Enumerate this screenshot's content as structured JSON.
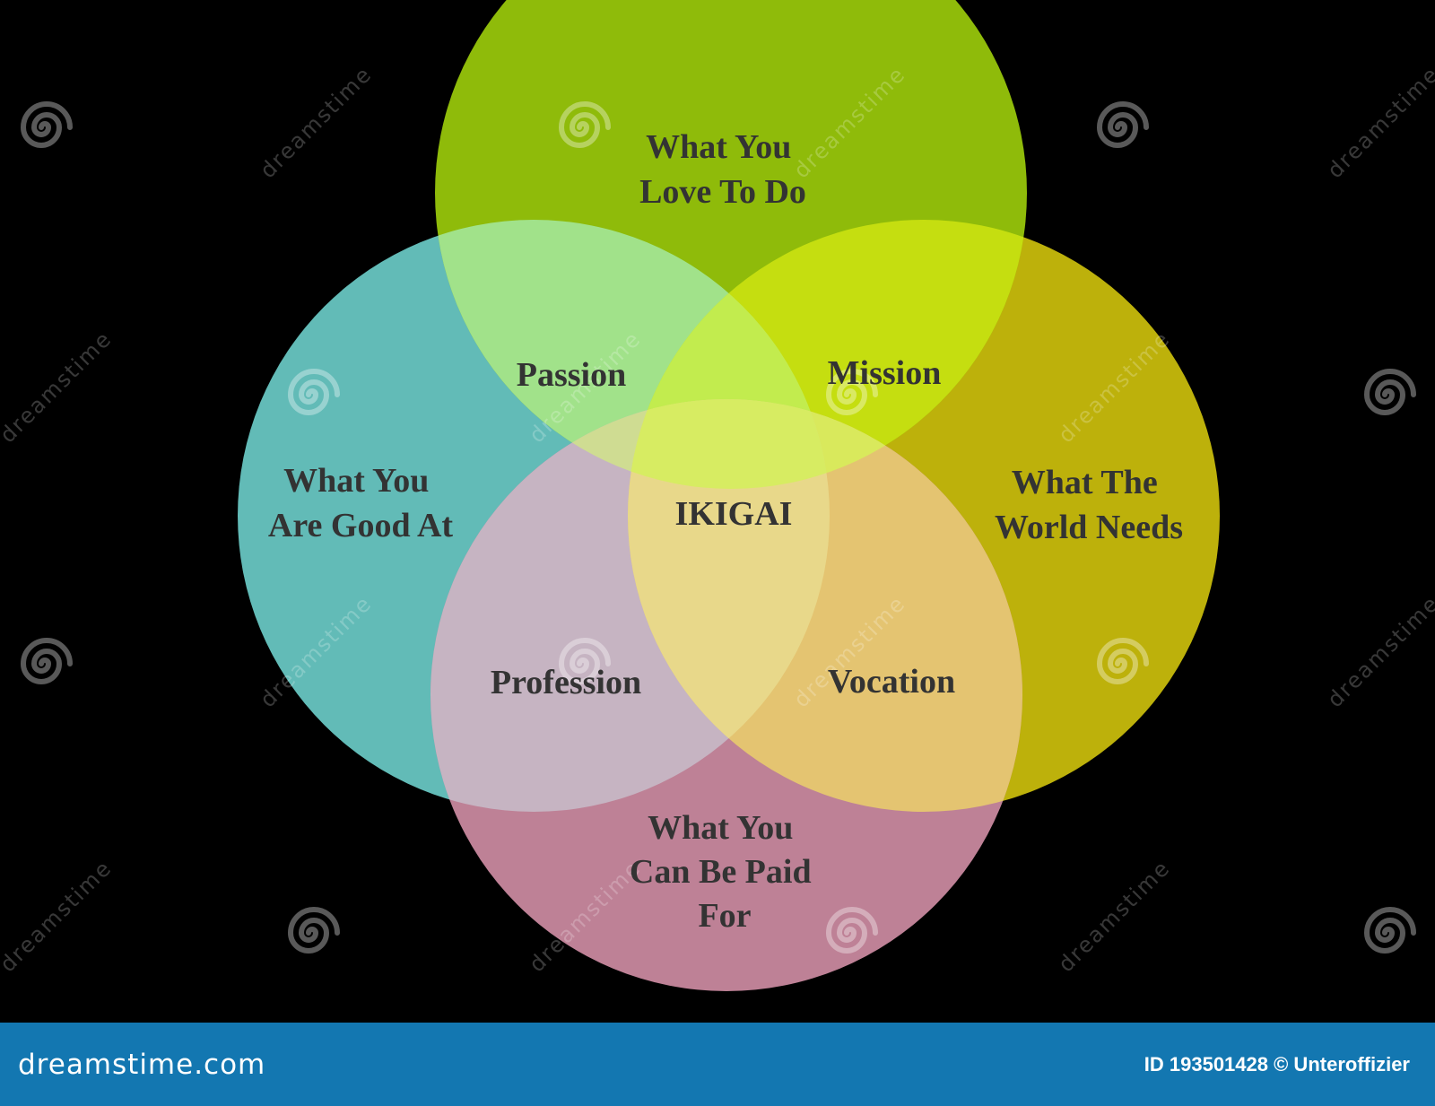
{
  "diagram": {
    "center_label": "IKIGAI",
    "circles": {
      "top": {
        "lines": [
          "What You",
          "Love To Do"
        ],
        "color": "#8fbb0a"
      },
      "left": {
        "lines": [
          "What You",
          "Are Good At"
        ],
        "color": "#62bbb7"
      },
      "right": {
        "lines": [
          "What The",
          "World Needs"
        ],
        "color": "#bdb10b"
      },
      "bottom": {
        "lines": [
          "What You",
          "Can Be Paid",
          "For"
        ],
        "color": "#be8196"
      }
    },
    "overlaps": {
      "passion": "Passion",
      "mission": "Mission",
      "profession": "Profession",
      "vocation": "Vocation"
    }
  },
  "watermark": {
    "repeated_text": "dreamstime"
  },
  "footer": {
    "brand": "dreamstime.com",
    "image_id": "ID 193501428 © Unteroffizier",
    "background_color": "#1377b1"
  }
}
